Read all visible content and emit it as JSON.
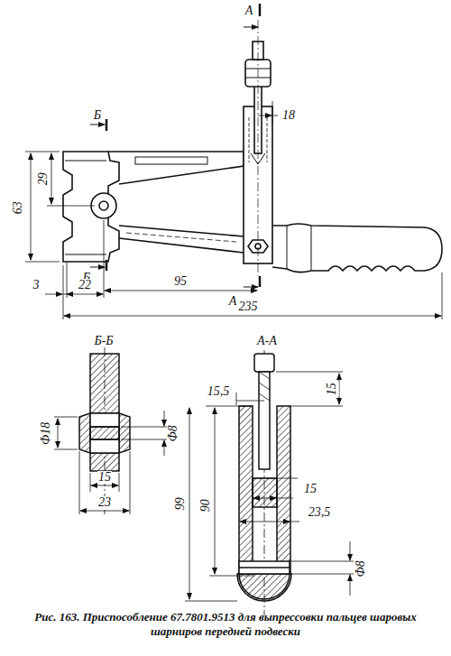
{
  "diagram": {
    "caption": "Рис. 163. Приспособление 67.7801.9513 для выпрессовки пальцев шаровых шарниров передней подвески",
    "labels": [
      "А",
      "Б",
      "18",
      "29",
      "63",
      "А",
      "Б",
      "3",
      "22",
      "95",
      "235",
      "Б-Б",
      "А-А",
      "Ф18",
      "Ф8",
      "15",
      "23",
      "15,5",
      "15",
      "99",
      "90",
      "15",
      "23,5",
      "Ф8"
    ]
  }
}
